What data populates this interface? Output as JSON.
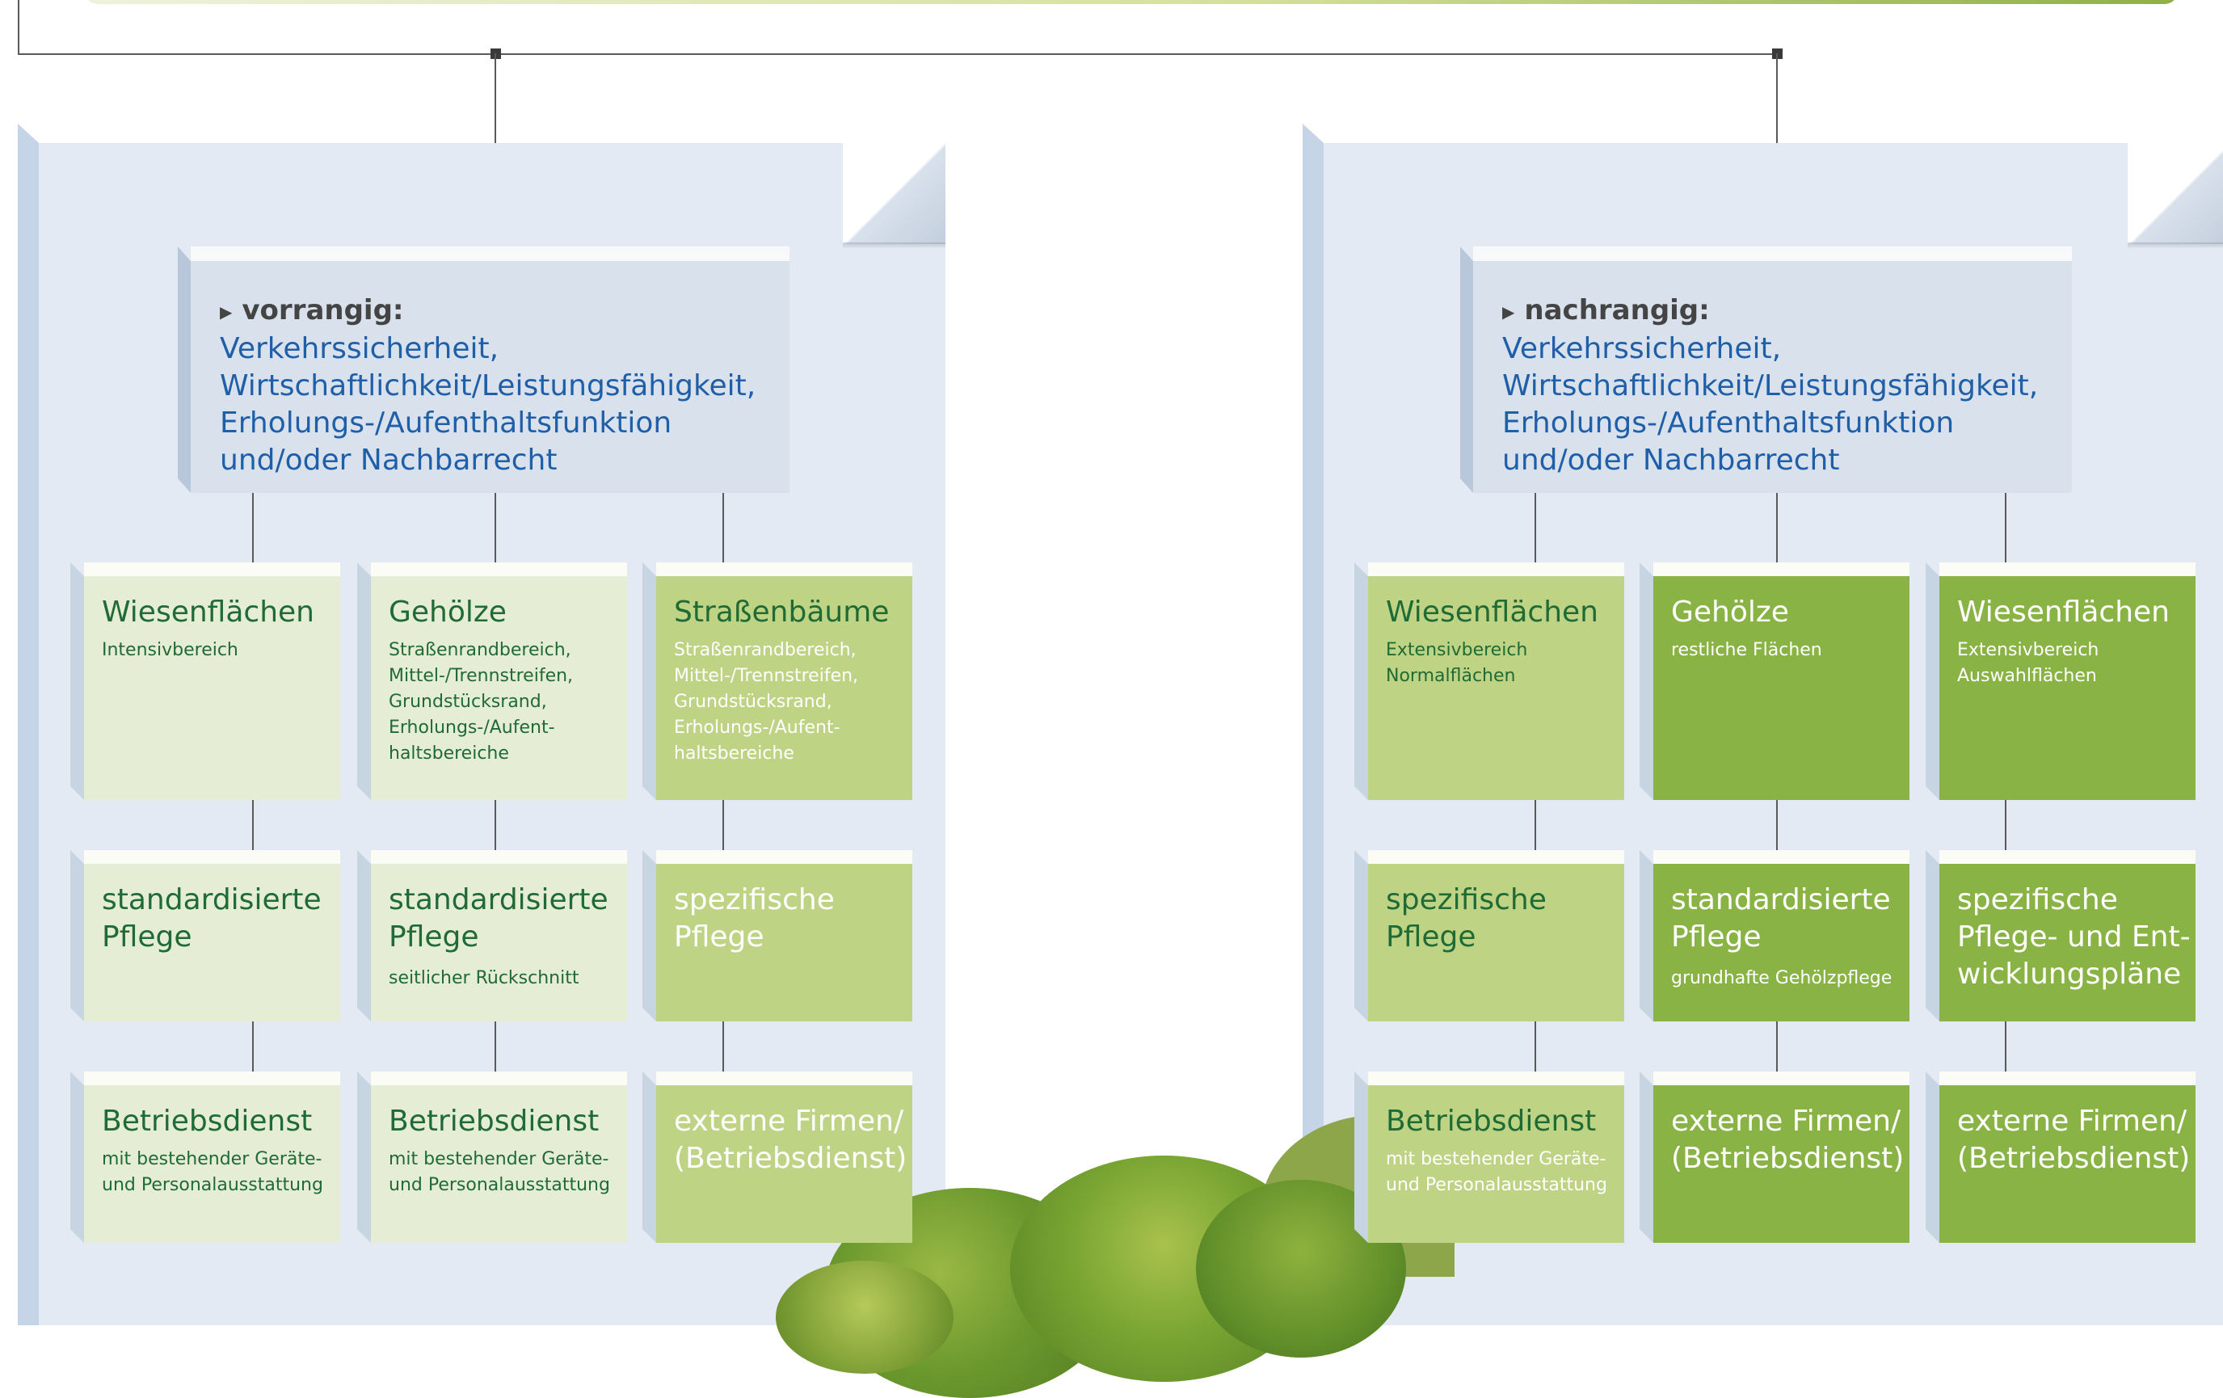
{
  "left": {
    "header": {
      "title": "vorrangig:",
      "lines": [
        "Verkehrssicherheit,",
        "Wirtschaftlichkeit/Leistungsfähigkeit,",
        "Erholungs-/Aufenthaltsfunktion",
        "und/oder Nachbarrecht"
      ]
    },
    "columns": [
      {
        "area": {
          "title": "Wiesenflächen",
          "sub": [
            "Intensivbereich"
          ]
        },
        "care": {
          "title": [
            "standardisierte",
            "Pflege"
          ],
          "sub": []
        },
        "service": {
          "title": [
            "Betriebsdienst"
          ],
          "sub": [
            "mit bestehender Geräte-",
            "und Personalausstattung"
          ]
        }
      },
      {
        "area": {
          "title": "Gehölze",
          "sub": [
            "Straßenrandbereich,",
            "Mittel-/Trennstreifen,",
            "Grundstücksrand,",
            "Erholungs-/Aufent-",
            "haltsbereiche"
          ]
        },
        "care": {
          "title": [
            "standardisierte",
            "Pflege"
          ],
          "sub": [
            "seitlicher Rückschnitt"
          ]
        },
        "service": {
          "title": [
            "Betriebsdienst"
          ],
          "sub": [
            "mit bestehender Geräte-",
            "und Personalausstattung"
          ]
        }
      },
      {
        "area": {
          "title": "Straßenbäume",
          "sub": [
            "Straßenrandbereich,",
            "Mittel-/Trennstreifen,",
            "Grundstücksrand,",
            "Erholungs-/Aufent-",
            "haltsbereiche"
          ]
        },
        "care": {
          "title": [
            "spezifische",
            "Pflege"
          ],
          "sub": []
        },
        "service": {
          "title": [
            "externe Firmen/",
            "(Betriebsdienst)"
          ],
          "sub": []
        }
      }
    ]
  },
  "right": {
    "header": {
      "title": "nachrangig:",
      "lines": [
        "Verkehrssicherheit,",
        "Wirtschaftlichkeit/Leistungsfähigkeit,",
        "Erholungs-/Aufenthaltsfunktion",
        "und/oder Nachbarrecht"
      ]
    },
    "columns": [
      {
        "area": {
          "title": "Wiesenflächen",
          "sub": [
            "Extensivbereich",
            "Normalflächen"
          ]
        },
        "care": {
          "title": [
            "spezifische",
            "Pflege"
          ],
          "sub": []
        },
        "service": {
          "title": [
            "Betriebsdienst"
          ],
          "sub": [
            "mit bestehender Geräte-",
            "und Personalausstattung"
          ]
        }
      },
      {
        "area": {
          "title": "Gehölze",
          "sub": [
            "restliche Flächen"
          ]
        },
        "care": {
          "title": [
            "standardisierte",
            "Pflege"
          ],
          "sub": [
            "grundhafte Gehölzpflege"
          ]
        },
        "service": {
          "title": [
            "externe Firmen/",
            "(Betriebsdienst)"
          ],
          "sub": []
        }
      },
      {
        "area": {
          "title": "Wiesenflächen",
          "sub": [
            "Extensivbereich",
            "Auswahlflächen"
          ]
        },
        "care": {
          "title": [
            "spezifische",
            "Pflege- und Ent-",
            "wicklungspläne"
          ],
          "sub": []
        },
        "service": {
          "title": [
            "externe Firmen/",
            "(Betriebsdienst)"
          ],
          "sub": []
        }
      }
    ]
  },
  "colors": {
    "light_green": "#e6edd5",
    "mid_green": "#bfd385",
    "dark_green": "#8ab345",
    "text_green": "#1f6b35",
    "text_blue": "#1f5fa8",
    "panel_blue": "#e3eaf4"
  }
}
